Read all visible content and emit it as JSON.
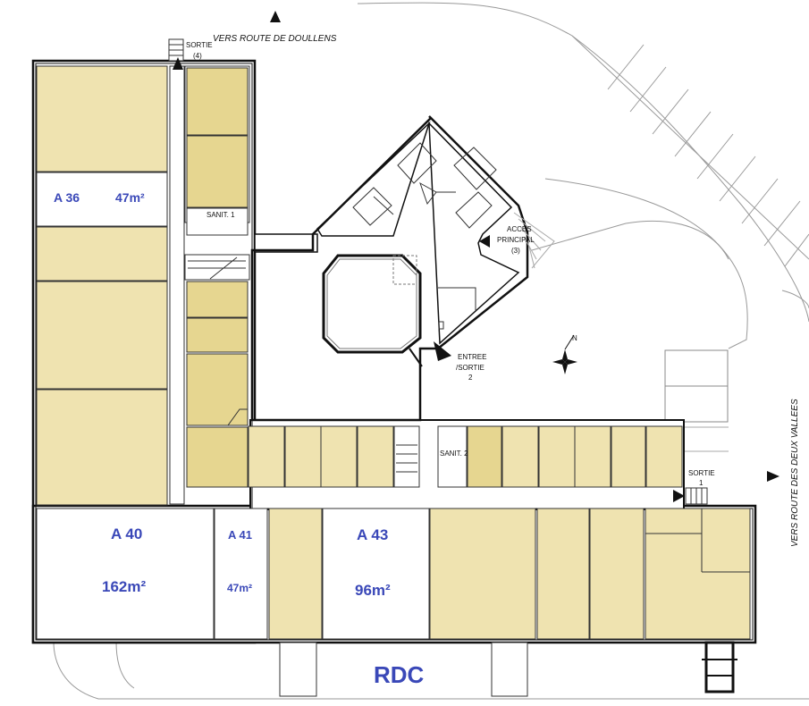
{
  "directions": {
    "north_road": "VERS ROUTE DE DOULLENS",
    "east_road": "VERS ROUTE DES DEUX VALLEES"
  },
  "exits": {
    "sortie4_a": "SORTIE",
    "sortie4_b": "(4)",
    "acces_a": "ACCES",
    "acces_b": "PRINCIPAL",
    "acces_c": "(3)",
    "entree_a": "ENTREE",
    "entree_b": "/SORTIE",
    "entree_c": "2",
    "sortie1_a": "SORTIE",
    "sortie1_b": "1"
  },
  "sanitaires": {
    "sanit1": "SANIT. 1",
    "sanit2": "SANIT. 2"
  },
  "compass": {
    "label": "N"
  },
  "units": [
    {
      "name": "A 36",
      "area": "47m²"
    },
    {
      "name": "A 40",
      "area": "162m²"
    },
    {
      "name": "A 41",
      "area": "47m²"
    },
    {
      "name": "A 43",
      "area": "96m²"
    }
  ],
  "level": "RDC",
  "colors": {
    "unit_label": "#3a48b8",
    "lot_fill": "#efe3b0",
    "lot_fill_dark": "#e6d690"
  }
}
